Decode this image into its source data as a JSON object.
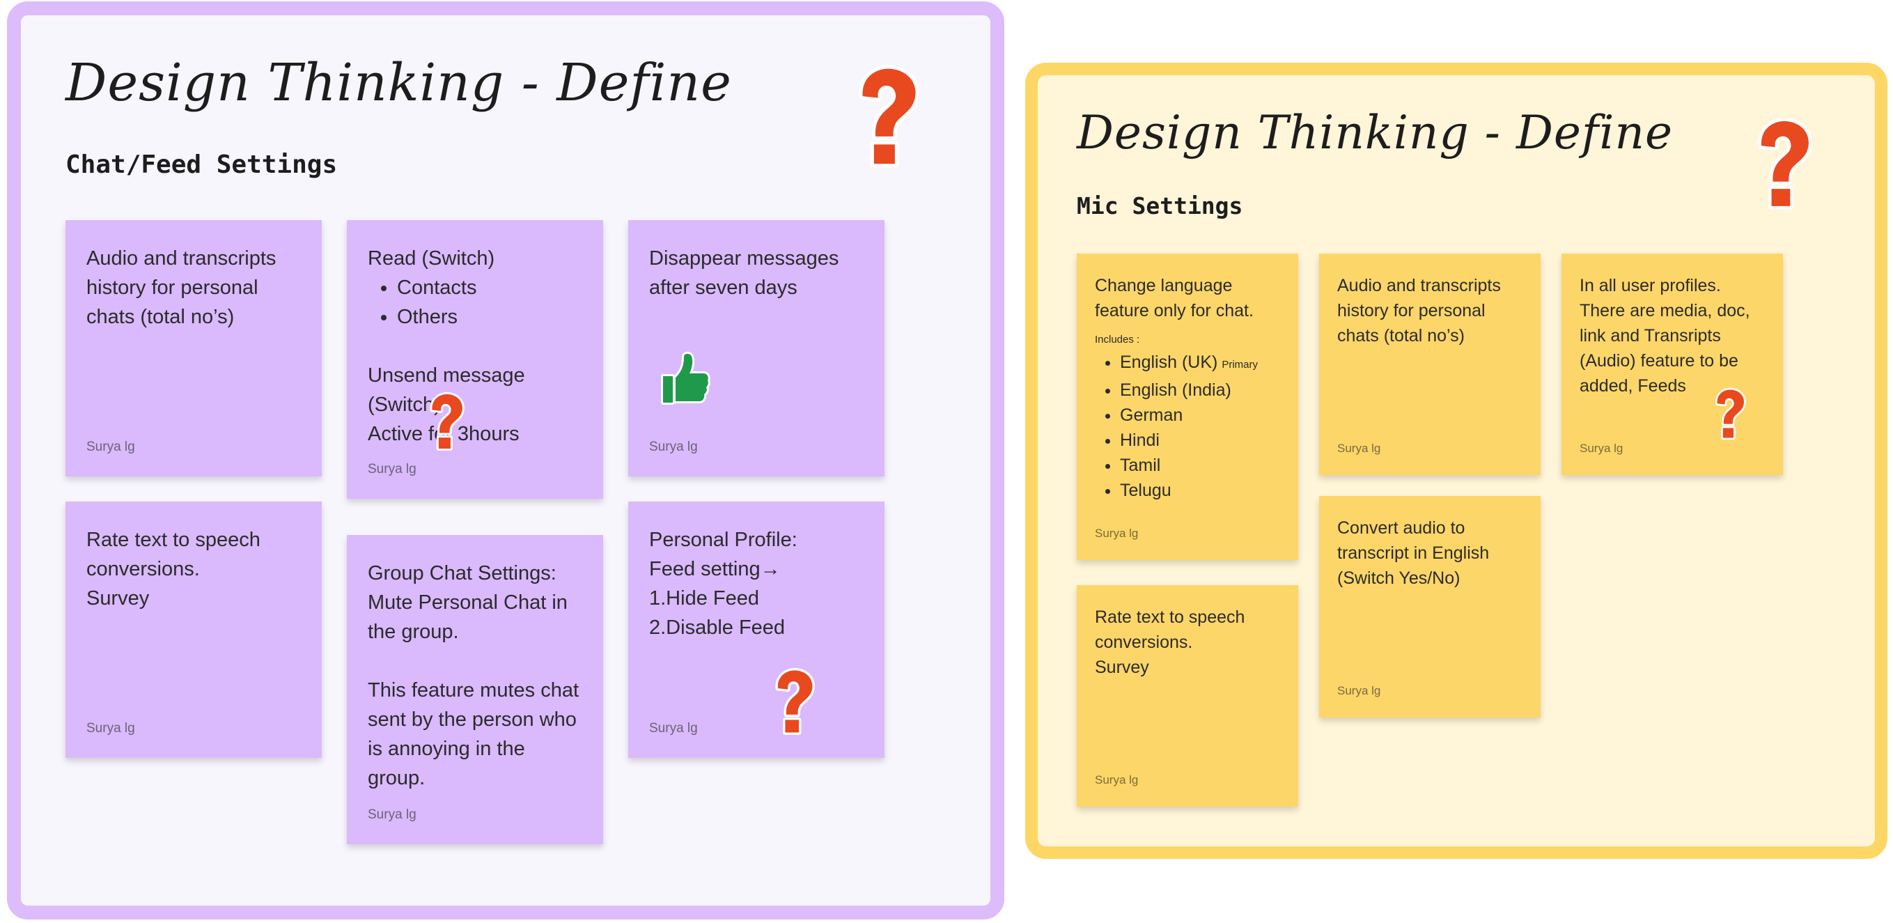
{
  "boards": [
    {
      "title": "Design Thinking - Define",
      "subtitle": "Chat/Feed Settings",
      "color": "#dcbcfb",
      "notes": [
        {
          "text": "Audio and transcripts history for personal chats (total no’s)",
          "author": "Surya lg"
        },
        {
          "text": "Read (Switch)",
          "bullets": [
            "Contacts",
            "Others"
          ],
          "text2": "Unsend message (Switch)\nActive for 3hours",
          "author": "Surya lg"
        },
        {
          "text": "Disappear messages after seven days",
          "author": "Surya lg",
          "sticker": "thumbs-up-icon"
        },
        {
          "text": "Rate text to speech conversions.\nSurvey",
          "author": "Surya lg"
        },
        {
          "text": "Group Chat Settings: Mute Personal Chat in the group.\n\nThis feature mutes chat sent by the person who is annoying in the group.",
          "author": "Surya lg"
        },
        {
          "text": "Personal Profile:\nFeed setting→\n1.Hide Feed\n2.Disable Feed",
          "author": "Surya lg"
        }
      ]
    },
    {
      "title": "Design Thinking - Define",
      "subtitle": "Mic Settings",
      "color": "#fdd766",
      "notes": [
        {
          "text": "Change language feature only for chat.",
          "includes_label": "Includes :",
          "bullets": [
            "English (UK)",
            "English (India)",
            "German",
            "Hindi",
            "Tamil",
            "Telugu"
          ],
          "primary_tag": "Primary",
          "author": "Surya lg"
        },
        {
          "text": "Audio and transcripts history for personal chats (total no’s)",
          "author": "Surya lg"
        },
        {
          "text": "In all user profiles. There are media, doc, link and Transripts (Audio) feature to be added, Feeds",
          "author": "Surya lg"
        },
        {
          "text": "Convert audio to transcript in English (Switch Yes/No)",
          "author": "Surya lg"
        },
        {
          "text": "Rate text to speech conversions.\nSurvey",
          "author": "Surya lg"
        }
      ]
    }
  ],
  "colors": {
    "purple_note": "#dab9fc",
    "yellow_note": "#fdd669",
    "sticker_red": "#e8491f",
    "sticker_green": "#1f9a4a"
  }
}
